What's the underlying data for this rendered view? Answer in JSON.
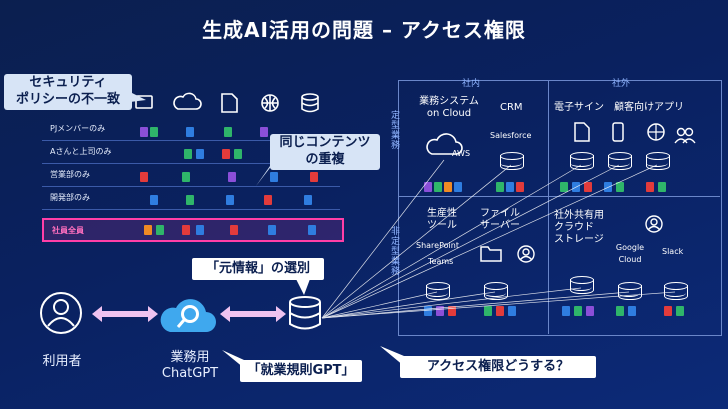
{
  "title": "生成AI活用の問題 – アクセス権限",
  "callouts": {
    "security": [
      "セキュリティ",
      "ポリシーの不一致"
    ],
    "duplicate": [
      "同じコンテンツ",
      "の重複"
    ],
    "source_select": "「元情報」の選別",
    "rules_gpt": "「就業規則GPT」",
    "access_question": "アクセス権限どうする？"
  },
  "matrix": {
    "rows": [
      "PJメンバーのみ",
      "Aさんと上司のみ",
      "営業部のみ",
      "開発部のみ",
      "社員全員"
    ],
    "column_icons": [
      "chat-icon",
      "cloud-icon",
      "document-icon",
      "globe-icon",
      "database-icon"
    ]
  },
  "flow": {
    "user_label": "利用者",
    "chatgpt_label": [
      "業務用",
      "ChatGPT"
    ]
  },
  "panel": {
    "internal_tag": "社内",
    "external_tag": "社外",
    "structured_label": "定型業務",
    "unstructured_label": "非定型業務",
    "systems": {
      "business_system": [
        "業務システム",
        "on Cloud"
      ],
      "crm": "CRM",
      "aws": "AWS",
      "salesforce": "Salesforce",
      "esign": "電子サイン",
      "customer_app": "顧客向けアプリ",
      "productivity": [
        "生産性",
        "ツール"
      ],
      "file_server": [
        "ファイル",
        "サーバー"
      ],
      "sharepoint": "SharePoint",
      "teams": "Teams",
      "shared_storage": [
        "社外共有用",
        "クラウド",
        "ストレージ"
      ],
      "google_cloud": [
        "Google",
        "Cloud"
      ],
      "slack": "Slack"
    }
  },
  "colors": {
    "background": "#0b1f4f",
    "accent_pink": "#ff3fa7",
    "callout_bg": "#d7e4f6",
    "arrow_pink": "#f0c3f0",
    "doc_green": "#2fb56a",
    "doc_blue": "#2f7de0",
    "doc_red": "#e23b3b",
    "doc_purple": "#8b4fd8",
    "doc_orange": "#f08a24"
  }
}
